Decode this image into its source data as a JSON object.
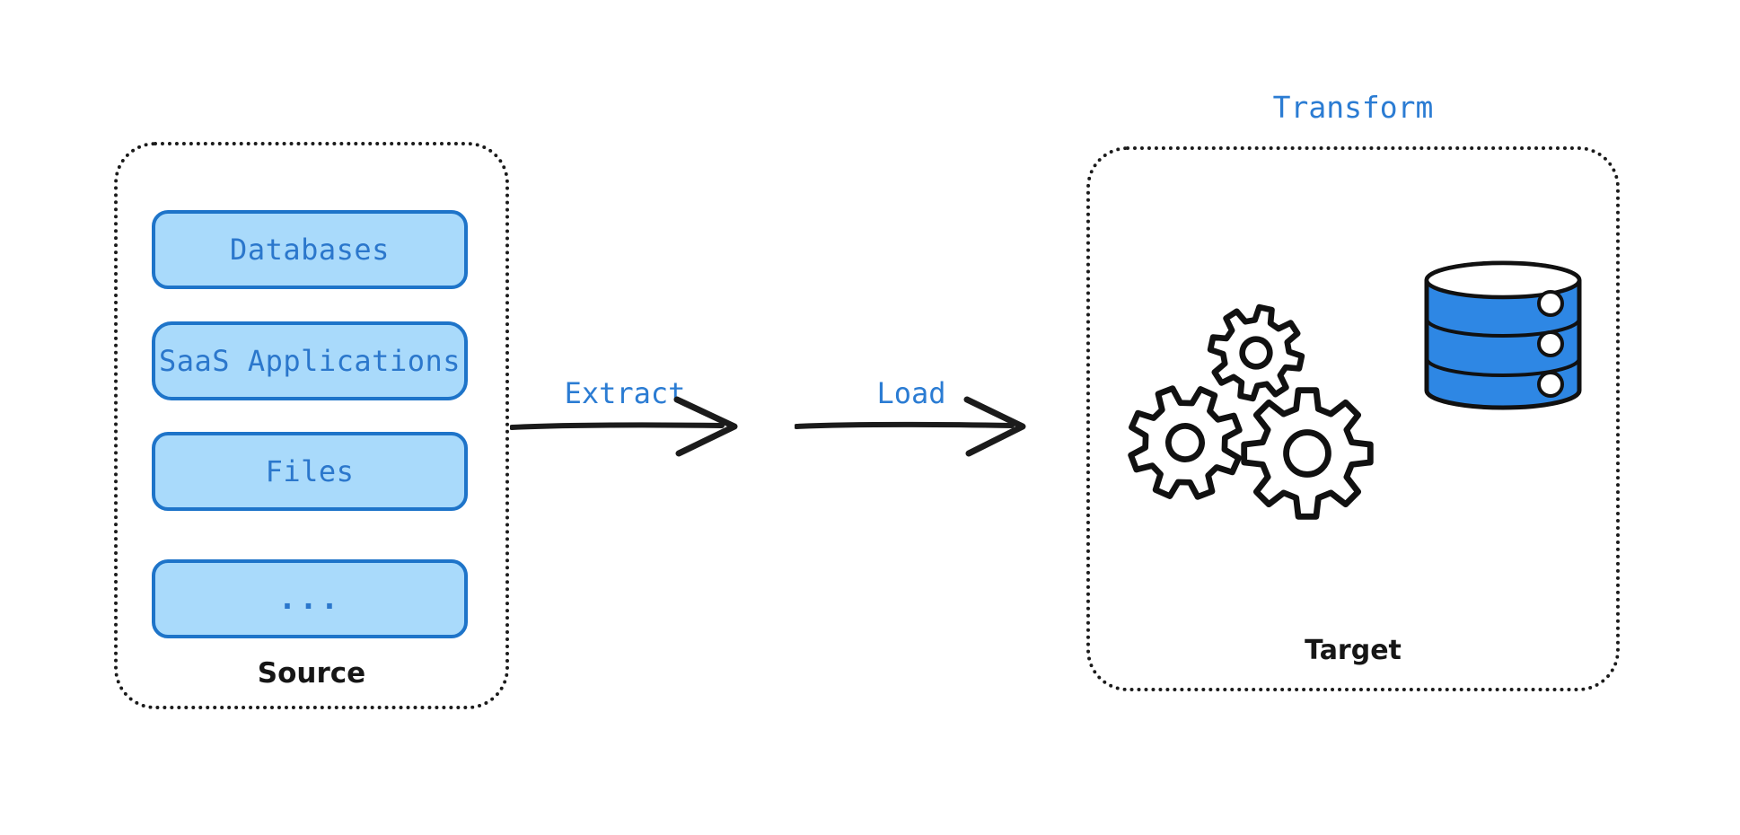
{
  "diagram": {
    "title": "ELT pipeline diagram",
    "background": "#ffffff"
  },
  "colors": {
    "accent_blue_text": "#2b7cd3",
    "node_fill": "#a9dafb",
    "node_border": "#1e74c9",
    "node_text": "#2b77cc",
    "ink_black": "#1b1b1b",
    "database_fill": "#2e87e4"
  },
  "source_group": {
    "label": "Source",
    "items": [
      {
        "label": "Databases"
      },
      {
        "label": "SaaS Applications"
      },
      {
        "label": "Files"
      },
      {
        "label": "..."
      }
    ]
  },
  "arrows": [
    {
      "label": "Extract"
    },
    {
      "label": "Load"
    }
  ],
  "target_group": {
    "label": "Target",
    "above_label": "Transform",
    "icons": [
      "gears-icon",
      "database-icon"
    ]
  }
}
